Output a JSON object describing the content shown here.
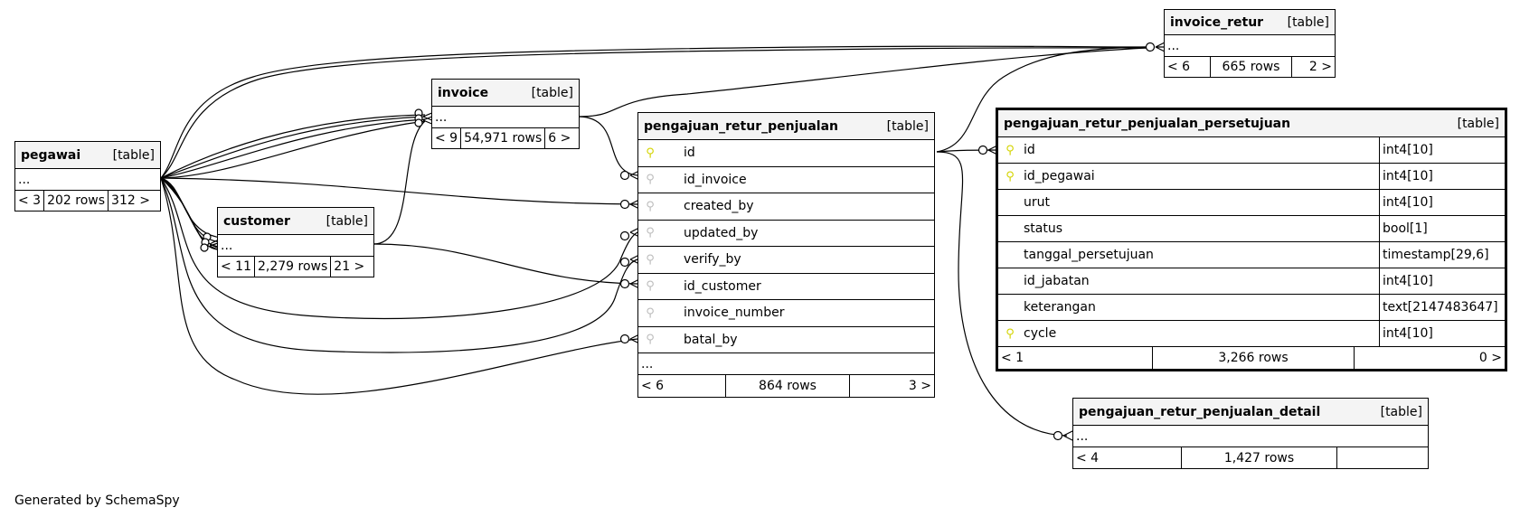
{
  "diagram": {
    "footer_text": "Generated by SchemaSpy",
    "key_glyph": "⚲",
    "ellipsis": "...",
    "tables": {
      "pegawai": {
        "name": "pegawai",
        "kind": "[table]",
        "parents": "< 3",
        "rows": "202 rows",
        "children": "312 >"
      },
      "customer": {
        "name": "customer",
        "kind": "[table]",
        "parents": "< 11",
        "rows": "2,279 rows",
        "children": "21 >"
      },
      "invoice": {
        "name": "invoice",
        "kind": "[table]",
        "parents": "< 9",
        "rows": "54,971 rows",
        "children": "6 >"
      },
      "invoice_retur": {
        "name": "invoice_retur",
        "kind": "[table]",
        "parents": "< 6",
        "rows": "665 rows",
        "children": "2 >"
      },
      "pengajuan_retur_penjualan": {
        "name": "pengajuan_retur_penjualan",
        "kind": "[table]",
        "columns": [
          {
            "name": "id",
            "key": "pk"
          },
          {
            "name": "id_invoice",
            "key": "fk"
          },
          {
            "name": "created_by",
            "key": "fk"
          },
          {
            "name": "updated_by",
            "key": "fk"
          },
          {
            "name": "verify_by",
            "key": "fk"
          },
          {
            "name": "id_customer",
            "key": "fk"
          },
          {
            "name": "invoice_number",
            "key": "fk"
          },
          {
            "name": "batal_by",
            "key": "fk"
          }
        ],
        "parents": "< 6",
        "rows": "864 rows",
        "children": "3 >"
      },
      "pengajuan_retur_penjualan_persetujuan": {
        "name": "pengajuan_retur_penjualan_persetujuan",
        "kind": "[table]",
        "columns": [
          {
            "name": "id",
            "type": "int4[10]",
            "key": "pk"
          },
          {
            "name": "id_pegawai",
            "type": "int4[10]",
            "key": "pk"
          },
          {
            "name": "urut",
            "type": "int4[10]",
            "key": "none"
          },
          {
            "name": "status",
            "type": "bool[1]",
            "key": "none"
          },
          {
            "name": "tanggal_persetujuan",
            "type": "timestamp[29,6]",
            "key": "none"
          },
          {
            "name": "id_jabatan",
            "type": "int4[10]",
            "key": "none"
          },
          {
            "name": "keterangan",
            "type": "text[2147483647]",
            "key": "none"
          },
          {
            "name": "cycle",
            "type": "int4[10]",
            "key": "pk"
          }
        ],
        "parents": "< 1",
        "rows": "3,266 rows",
        "children": "0 >"
      },
      "pengajuan_retur_penjualan_detail": {
        "name": "pengajuan_retur_penjualan_detail",
        "kind": "[table]",
        "parents": "< 4",
        "rows": "1,427 rows",
        "children": ""
      }
    }
  }
}
